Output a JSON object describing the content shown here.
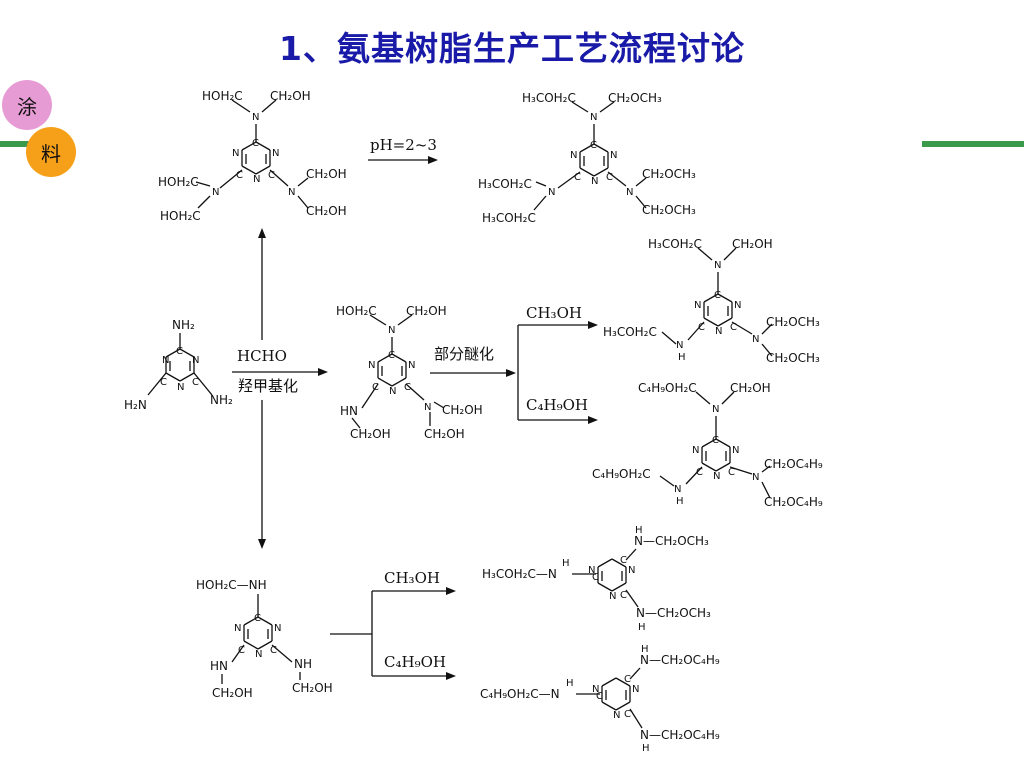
{
  "slide": {
    "title": "1、氨基树脂生产工艺流程讨论",
    "title_color": "#1a1aa8",
    "accent_color": "#3a9a4a"
  },
  "badges": {
    "top": {
      "text": "涂",
      "color": "#e79bd4"
    },
    "bottom": {
      "text": "料",
      "color": "#f6a01a"
    }
  },
  "reactions": {
    "hcho": "HCHO",
    "hydroxymethylation": "羟甲基化",
    "partial_etherification": "部分醚化",
    "ph": "pH=2~3",
    "ch3oh_mid": "CH₃OH",
    "c4h9oh_mid": "C₄H₉OH",
    "ch3oh_bottom": "CH₃OH",
    "c4h9oh_bottom": "C₄H₉OH"
  },
  "ring_atoms": {
    "n": "N",
    "c": "C"
  },
  "molecules": {
    "melamine": {
      "top": "NH₂",
      "left": "H₂N",
      "right": "NH₂"
    },
    "hexamethylol": {
      "top_left": "HOH₂C",
      "top_right": "CH₂OH",
      "left_top": "HOH₂C",
      "left_bottom": "HOH₂C",
      "right_top": "CH₂OH",
      "right_bottom": "CH₂OH"
    },
    "hexamethoxy": {
      "top_left": "H₃COH₂C",
      "top_right": "CH₂OCH₃",
      "left_top": "H₃COH₂C",
      "left_bottom": "H₃COH₂C",
      "right_top": "CH₂OCH₃",
      "right_bottom": "CH₂OCH₃"
    },
    "intermediate": {
      "top_left": "HOH₂C",
      "top_right": "CH₂OH",
      "left_nh": "HN",
      "left_sub": "CH₂OH",
      "right_top": "CH₂OH",
      "right_bottom": "CH₂OH"
    },
    "methylated_partial": {
      "top_left": "H₃COH₂C",
      "top_right": "CH₂OH",
      "left": "H₃COH₂C",
      "left_nh": "H",
      "right_top": "CH₂OCH₃",
      "right_bottom": "CH₂OCH₃"
    },
    "butylated_partial": {
      "top_left": "C₄H₉OH₂C",
      "top_right": "CH₂OH",
      "left": "C₄H₉OH₂C",
      "left_nh": "H",
      "right_top": "CH₂OC₄H₉",
      "right_bottom": "CH₂OC₄H₉"
    },
    "trimethylol": {
      "top": "HOH₂C—NH",
      "left_nh": "HN",
      "left_sub": "CH₂OH",
      "right_nh": "NH",
      "right_sub": "CH₂OH"
    },
    "trimethoxy": {
      "top": "N—CH₂OCH₃",
      "top_h": "H",
      "left": "H₃COH₂C—N",
      "left_h": "H",
      "bottom": "N—CH₂OCH₃",
      "bottom_h": "H"
    },
    "tributoxy": {
      "top": "N—CH₂OC₄H₉",
      "top_h": "H",
      "left": "C₄H₉OH₂C—N",
      "left_h": "H",
      "bottom": "N—CH₂OC₄H₉",
      "bottom_h": "H"
    }
  }
}
